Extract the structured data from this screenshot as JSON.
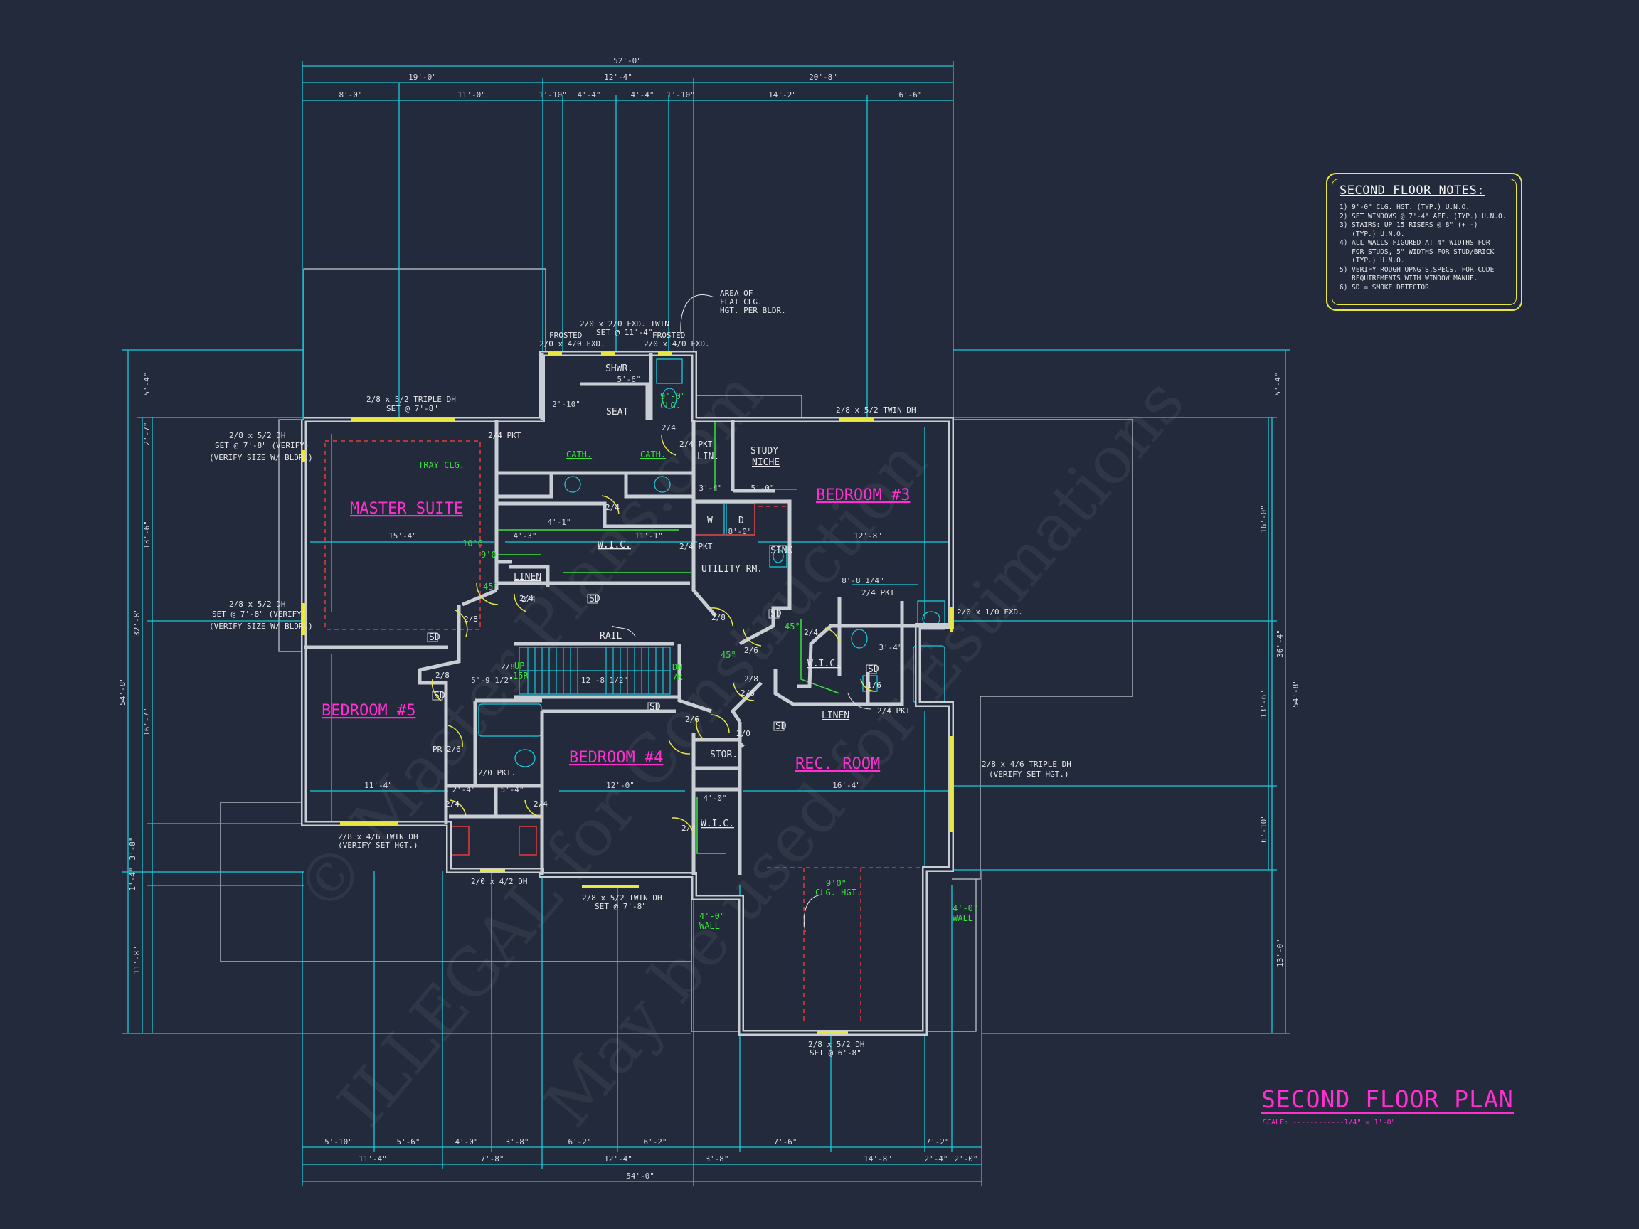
{
  "colors": {
    "background": "#222a3b",
    "walls": "#c9cdd4",
    "dimensions": "#19c9d9",
    "room_labels": "#ff2fd0",
    "notes": "#e8e640",
    "ceiling_labels": "#39e23a",
    "windows": "#e8e640"
  },
  "sheet": {
    "title": "SECOND FLOOR PLAN",
    "scale": "SCALE: ------------1/4\" = 1'-0\""
  },
  "notes": {
    "title": "SECOND FLOOR NOTES:",
    "items": [
      "1) 9'-0\" CLG. HGT. (TYP.) U.N.O.",
      "2) SET WINDOWS @ 7'-4\" AFF. (TYP.) U.N.O.",
      "3) STAIRS: UP 15 RISERS @ 8\" (+ -)",
      "   (TYP.) U.N.O.",
      "4) ALL WALLS FIGURED AT 4\" WIDTHS FOR",
      "   FOR STUDS, 5\" WIDTHS FOR STUD/BRICK",
      "   (TYP.) U.N.O.",
      "5) VERIFY ROUGH OPNG'S,SPECS, FOR CODE",
      "   REQUIREMENTS WITH WINDOW MANUF.",
      "6) SD = SMOKE DETECTOR"
    ]
  },
  "rooms": {
    "master_suite": "MASTER SUITE",
    "bedroom3": "BEDROOM #3",
    "bedroom4": "BEDROOM #4",
    "bedroom5": "BEDROOM #5",
    "rec_room": "REC. ROOM",
    "utility": "UTILITY RM.",
    "study": "STUDY",
    "niche": "NICHE",
    "wic1": "W.I.C.",
    "wic2": "W.I.C.",
    "wic3": "W.I.C.",
    "linen1": "LINEN",
    "linen2": "LINEN",
    "lin": "LIN.",
    "stor": "STOR.",
    "seat": "SEAT",
    "shwr": "SHWR.",
    "sink": "SINK",
    "washer": "W",
    "dryer": "D",
    "cath1": "CATH.",
    "cath2": "CATH.",
    "rail": "RAIL",
    "up": "UP",
    "up_risers": "15R",
    "dn": "DN",
    "dn_risers": "7R"
  },
  "ceiling": {
    "tray": "TRAY CLG.",
    "rec_clg_1": "9'0\"",
    "rec_clg_2": "CLG. HGT.",
    "wall_left_1": "4'-0\"",
    "wall_left_2": "WALL",
    "wall_right_1": "4'-0\"",
    "wall_right_2": "WALL",
    "bath_clg_1": "9'-0\"",
    "bath_clg_2": "CLG.",
    "ms_clg_1": "10'0",
    "ms_clg_2": "9'0",
    "angle_1": "45°",
    "angle_2": "45°",
    "angle_3": "45°"
  },
  "windows": {
    "w_top_left_1": "2/8 x 5/2 TRIPLE DH",
    "w_top_left_2": "SET @ 7'-8\"",
    "w_left_top_1": "2/8 x 5/2 DH",
    "w_left_top_2": "SET @ 7'-8\" (VERIFY)",
    "w_left_top_3": "(VERIFY SIZE W/ BLDR.)",
    "w_left_mid_1": "2/8 x 5/2 DH",
    "w_left_mid_2": "SET @ 7'-8\" (VERIFY)",
    "w_left_mid_3": "(VERIFY SIZE W/ BLDR.)",
    "w_frosted_l_1": "FROSTED",
    "w_frosted_l_2": "2/0 x 4/0 FXD.",
    "w_twin_fxd_1": "2/0 x 2/0 FXD. TWIN",
    "w_twin_fxd_2": "SET @ 11'-4\"",
    "w_frosted_r_1": "FROSTED",
    "w_frosted_r_2": "2/0 x 4/0 FXD.",
    "w_flat_1": "AREA OF",
    "w_flat_2": "FLAT CLG.",
    "w_flat_3": "HGT. PER BLDR.",
    "w_twin_dh_top": "2/8 x 5/2 TWIN DH",
    "w_right_fxd": "2/0 x 1/0 FXD.",
    "w_right_triple_1": "2/8 x 4/6 TRIPLE DH",
    "w_right_triple_2": "(VERIFY SET HGT.)",
    "w_b5_twin_1": "2/8 x 4/6 TWIN DH",
    "w_b5_twin_2": "(VERIFY SET HGT.)",
    "w_bath_dh": "2/0 x 4/2 DH",
    "w_b4_twin_1": "2/8 x 5/2 TWIN DH",
    "w_b4_twin_2": "SET @ 7'-8\"",
    "w_rec_bot_1": "2/8 x 5/2 DH",
    "w_rec_bot_2": "SET @ 6'-8\""
  },
  "doors": [
    "2/4 PKT",
    "2/4 PKT",
    "2/4",
    "2/4 PKT",
    "2/4",
    "2/8",
    "2/8",
    "2/8",
    "2/8",
    "2/6",
    "2/6",
    "2/8",
    "2/0",
    "2/4",
    "2/4",
    "2/4",
    "2/4",
    "2/0 PKT.",
    "PR 2/6",
    "2/4 PKT",
    "2/4 PKT",
    "2/4",
    "1/6",
    "2/8",
    "2/4"
  ],
  "smoke": [
    "SD",
    "SD",
    "SD",
    "SD",
    "SD",
    "SD",
    "SD"
  ],
  "dims": {
    "top_total": "52'-0\"",
    "top_row2": [
      "19'-0\"",
      "12'-4\"",
      "20'-8\""
    ],
    "top_row3": [
      "8'-0\"",
      "11'-0\"",
      "1'-10\"",
      "4'-4\"",
      "4'-4\"",
      "1'-10\"",
      "14'-2\"",
      "6'-6\""
    ],
    "bottom_row1": [
      "5'-10\"",
      "5'-6\"",
      "4'-0\"",
      "3'-8\"",
      "6'-2\"",
      "6'-2\"",
      "3'-8\"",
      "7'-6\"",
      "14'-8\"",
      "7'-2\"",
      "2'-4\"",
      "2'-0\""
    ],
    "bottom_row2": [
      "11'-4\"",
      "7'-8\"",
      "12'-4\""
    ],
    "bottom_total": "54'-0\"",
    "left_outer": "54'-8\"",
    "left_mid": [
      "32'-8\"",
      "11'-8\""
    ],
    "left_inner": [
      "5'-4\"",
      "2'-7\"",
      "13'-6\"",
      "16'-7\"",
      "3'-8\"",
      "1'-4\""
    ],
    "right_outer": "54'-8\"",
    "right_mid": [
      "36'-4\"",
      "13'-0\""
    ],
    "right_inner": [
      "5'-4\"",
      "16'-0\"",
      "13'-6\"",
      "6'-10\""
    ],
    "interior": [
      "15'-4\"",
      "12'-8\"",
      "11'-4\"",
      "12'-0\"",
      "16'-4\"",
      "4'-3\"",
      "11'-1\"",
      "3'-4\"",
      "5'-0\"",
      "8'-0\"",
      "8'-8 1/4\"",
      "5'-9 1/2\"",
      "12'-8 1/2\"",
      "3'-4\"",
      "5'-4\"",
      "2'-4\"",
      "4'-0\"",
      "2'-10\"",
      "5'-6\"",
      "4'-1\""
    ]
  },
  "watermark": [
    "© Master Plans.com",
    "ILLEGAL for Construction",
    "May be used for Estimations"
  ]
}
